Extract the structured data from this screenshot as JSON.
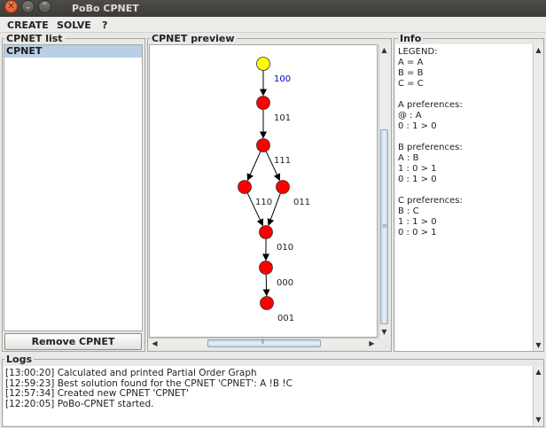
{
  "window": {
    "title": "PoBo CPNET"
  },
  "menu": {
    "items": [
      "CREATE",
      "SOLVE",
      "?"
    ]
  },
  "cpnet_list": {
    "title": "CPNET list",
    "items": [
      "CPNET"
    ],
    "remove_button": "Remove CPNET"
  },
  "preview": {
    "title": "CPNET preview",
    "nodes": [
      {
        "label": "100",
        "color": "#ffff00",
        "label_color": "#0000cc"
      },
      {
        "label": "101",
        "color": "#ff0000",
        "label_color": "#222222"
      },
      {
        "label": "111",
        "color": "#ff0000",
        "label_color": "#222222"
      },
      {
        "label": "110",
        "color": "#ff0000",
        "label_color": "#222222"
      },
      {
        "label": "011",
        "color": "#ff0000",
        "label_color": "#222222"
      },
      {
        "label": "010",
        "color": "#ff0000",
        "label_color": "#222222"
      },
      {
        "label": "000",
        "color": "#ff0000",
        "label_color": "#222222"
      },
      {
        "label": "001",
        "color": "#ff0000",
        "label_color": "#222222"
      }
    ],
    "edges": [
      [
        0,
        1
      ],
      [
        1,
        2
      ],
      [
        2,
        3
      ],
      [
        2,
        4
      ],
      [
        3,
        5
      ],
      [
        4,
        5
      ],
      [
        5,
        6
      ],
      [
        6,
        7
      ]
    ]
  },
  "info": {
    "title": "Info",
    "lines": [
      "LEGEND:",
      "A = A",
      "B = B",
      "C = C",
      "",
      "A preferences:",
      "@ : A",
      "0 : 1 > 0",
      "",
      "B preferences:",
      "A : B",
      "1 : 0 > 1",
      "0 : 1 > 0",
      "",
      "C preferences:",
      "B : C",
      "1 : 1 > 0",
      "0 : 0 > 1"
    ]
  },
  "logs": {
    "title": "Logs",
    "lines": [
      "[13:00:20] Calculated and printed Partial Order Graph",
      "[12:59:23] Best solution found for the CPNET 'CPNET': A !B !C",
      "[12:57:34] Created new CPNET 'CPNET'",
      "[12:20:05] PoBo-CPNET started."
    ]
  }
}
